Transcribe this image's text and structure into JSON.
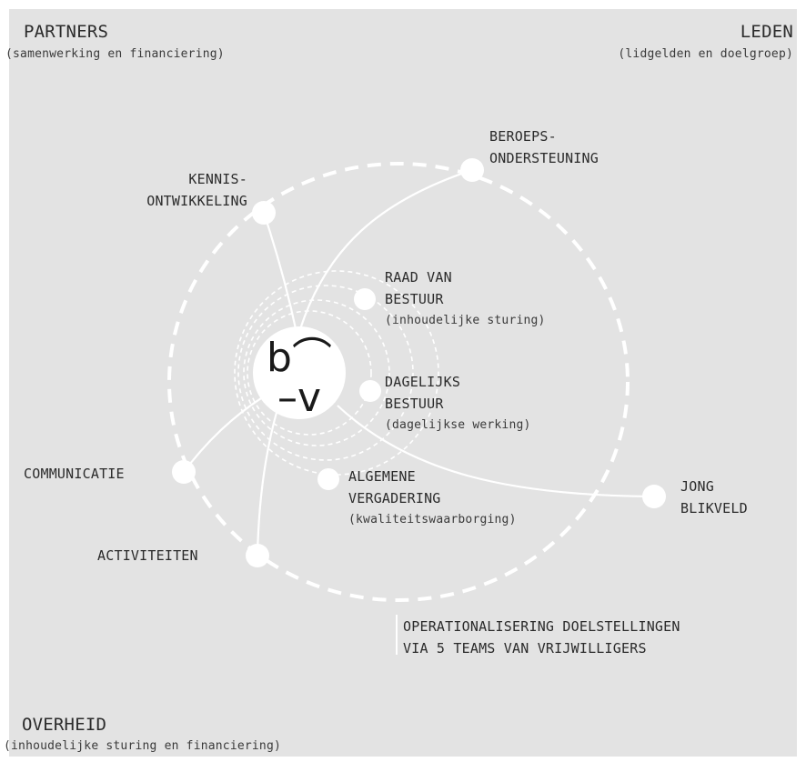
{
  "corners": {
    "partners": {
      "title": "PARTNERS",
      "subtitle": "(samenwerking en financiering)"
    },
    "leden": {
      "title": "LEDEN",
      "subtitle": "(lidgelden en doelgroep)"
    },
    "overheid": {
      "title": "OVERHEID",
      "subtitle": "(inhoudelijke sturing en financiering)"
    }
  },
  "logo": {
    "line1": "b⌒",
    "line2": "–v"
  },
  "outer_teams": {
    "kennis": {
      "line1": "KENNIS-",
      "line2": "ONTWIKKELING"
    },
    "beroeps": {
      "line1": "BEROEPS-",
      "line2": "ONDERSTEUNING"
    },
    "communicatie": "COMMUNICATIE",
    "activiteiten": "ACTIVITEITEN",
    "jong": {
      "line1": "JONG",
      "line2": "BLIKVELD"
    }
  },
  "bodies": {
    "raad": {
      "line1": "RAAD VAN",
      "line2": "BESTUUR",
      "line3": "(inhoudelijke sturing)"
    },
    "dagelijks": {
      "line1": "DAGELIJKS",
      "line2": "BESTUUR",
      "line3": "(dagelijkse werking)"
    },
    "algemene": {
      "line1": "ALGEMENE",
      "line2": "VERGADERING",
      "line3": "(kwaliteitswaarborging)"
    }
  },
  "footnote": {
    "line1": "OPERATIONALISERING DOELSTELLINGEN",
    "line2": "VIA 5 TEAMS VAN VRIJWILLIGERS"
  },
  "colors": {
    "background": "#e3e3e3",
    "lines": "#ffffff",
    "text": "#2b2b2b",
    "logo": "#1a1a1a"
  }
}
